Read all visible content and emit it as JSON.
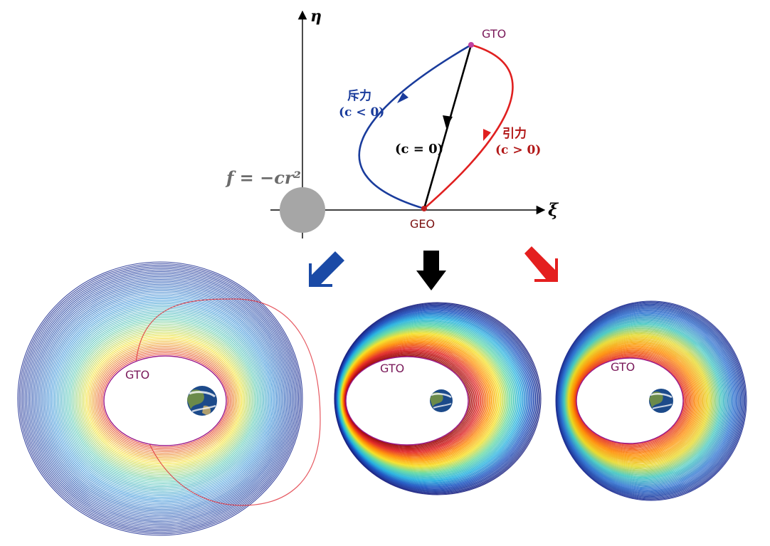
{
  "top_diagram": {
    "axis_x_label": "ξ",
    "axis_y_label": "η",
    "force_formula": "f = −cr²",
    "point_start": "GEO",
    "point_end": "GTO",
    "repulsive": {
      "name": "斥力",
      "condition": "(c < 0)",
      "color": "#1a3c9c"
    },
    "attractive": {
      "name": "引力",
      "condition": "(c > 0)",
      "color": "#e02020"
    },
    "neutral": {
      "condition": "(c = 0)",
      "color": "#000000"
    }
  },
  "arrows": {
    "left_color": "#1a4aa6",
    "center_color": "#000000",
    "right_color": "#e41f1f"
  },
  "panels": [
    {
      "case": "repulsive",
      "orbit_label": "GTO"
    },
    {
      "case": "neutral",
      "orbit_label": "GTO"
    },
    {
      "case": "attractive",
      "orbit_label": "GTO"
    }
  ],
  "colors": {
    "gto_label": "#7a1a5a",
    "geo_label": "#7a1010",
    "attractor": "#a6a6a6",
    "orbit_outline": "#9b1a8a",
    "outer_outline": "#e0303a"
  }
}
